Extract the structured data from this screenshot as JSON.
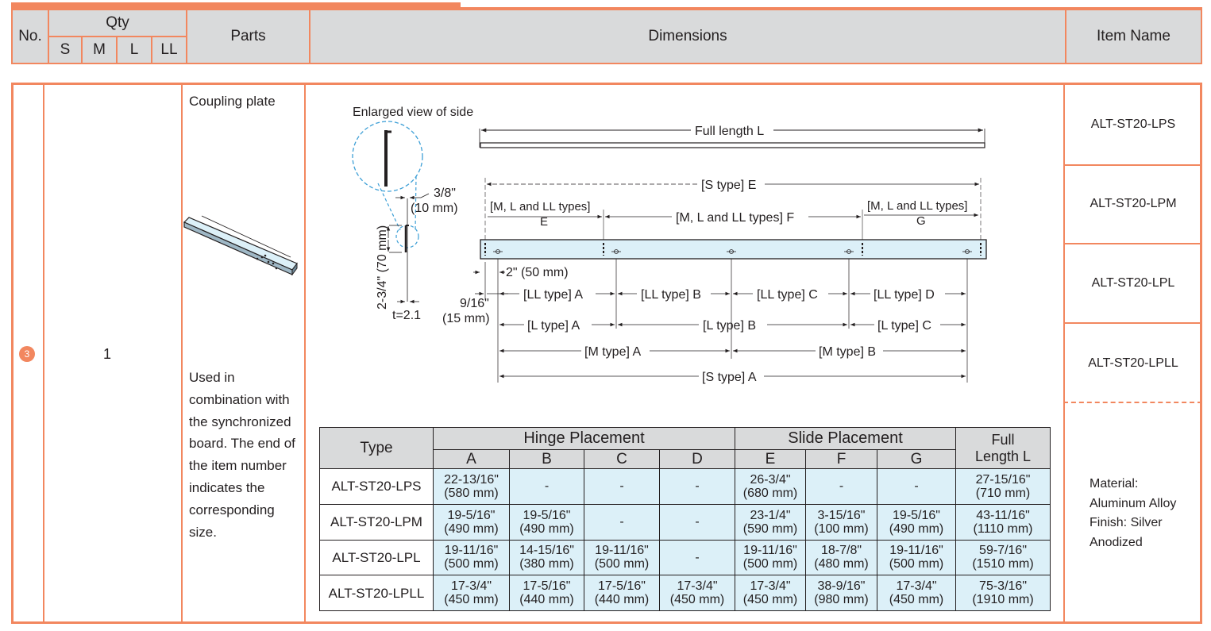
{
  "header": {
    "no": "No.",
    "qty": "Qty",
    "qty_sizes": [
      "S",
      "M",
      "L",
      "LL"
    ],
    "parts": "Parts",
    "dimensions": "Dimensions",
    "item_name": "Item Name"
  },
  "row": {
    "no": "3",
    "qty": "1",
    "part_name": "Coupling plate",
    "part_note": "Used in combination with the synchronized board. The end of the item number indicates the corresponding size.",
    "item_names": [
      "ALT-ST20-LPS",
      "ALT-ST20-LPM",
      "ALT-ST20-LPL",
      "ALT-ST20-LPLL"
    ],
    "material_lines": [
      "Material:",
      "Aluminum Alloy",
      "Finish: Silver",
      "Anodized"
    ]
  },
  "diagram": {
    "enlarged_view": "Enlarged view of side",
    "full_length": "Full length L",
    "s_type_e": "[S type] E",
    "mll_types_1": "[M, L and LL types]",
    "mll_e": "E",
    "mll_f": "[M, L and LL types] F",
    "mll_types_2": "[M, L and LL types]",
    "mll_g": "G",
    "thick_in": "3/8\"",
    "thick_mm": "(10 mm)",
    "height": "2-3/4\" (70 mm)",
    "t": "t=2.1",
    "two_in": "2\" (50 mm)",
    "nine_in": "9/16\"",
    "nine_mm": "(15 mm)",
    "ll_a": "[LL type] A",
    "ll_b": "[LL type] B",
    "ll_c": "[LL type] C",
    "ll_d": "[LL type] D",
    "l_a": "[L type] A",
    "l_b": "[L type] B",
    "l_c": "[L type] C",
    "m_a": "[M type] A",
    "m_b": "[M type] B",
    "s_a": "[S type] A"
  },
  "table": {
    "type_header": "Type",
    "hinge_header": "Hinge Placement",
    "slide_header": "Slide Placement",
    "full_header_1": "Full",
    "full_header_2": "Length L",
    "letters": [
      "A",
      "B",
      "C",
      "D",
      "E",
      "F",
      "G"
    ],
    "rows": [
      {
        "type": "ALT-ST20-LPS",
        "cells": [
          [
            "22-13/16\"",
            "(580 mm)"
          ],
          [
            "-",
            ""
          ],
          [
            "-",
            ""
          ],
          [
            "-",
            ""
          ],
          [
            "26-3/4\"",
            "(680 mm)"
          ],
          [
            "-",
            ""
          ],
          [
            "-",
            ""
          ],
          [
            "27-15/16\"",
            "(710 mm)"
          ]
        ]
      },
      {
        "type": "ALT-ST20-LPM",
        "cells": [
          [
            "19-5/16\"",
            "(490 mm)"
          ],
          [
            "19-5/16\"",
            "(490 mm)"
          ],
          [
            "-",
            ""
          ],
          [
            "-",
            ""
          ],
          [
            "23-1/4\"",
            "(590 mm)"
          ],
          [
            "3-15/16\"",
            "(100 mm)"
          ],
          [
            "19-5/16\"",
            "(490 mm)"
          ],
          [
            "43-11/16\"",
            "(1110 mm)"
          ]
        ]
      },
      {
        "type": "ALT-ST20-LPL",
        "cells": [
          [
            "19-11/16\"",
            "(500 mm)"
          ],
          [
            "14-15/16\"",
            "(380 mm)"
          ],
          [
            "19-11/16\"",
            "(500 mm)"
          ],
          [
            "-",
            ""
          ],
          [
            "19-11/16\"",
            "(500 mm)"
          ],
          [
            "18-7/8\"",
            "(480 mm)"
          ],
          [
            "19-11/16\"",
            "(500 mm)"
          ],
          [
            "59-7/16\"",
            "(1510 mm)"
          ]
        ]
      },
      {
        "type": "ALT-ST20-LPLL",
        "cells": [
          [
            "17-3/4\"",
            "(450 mm)"
          ],
          [
            "17-5/16\"",
            "(440 mm)"
          ],
          [
            "17-5/16\"",
            "(440 mm)"
          ],
          [
            "17-3/4\"",
            "(450 mm)"
          ],
          [
            "17-3/4\"",
            "(450 mm)"
          ],
          [
            "38-9/16\"",
            "(980 mm)"
          ],
          [
            "17-3/4\"",
            "(450 mm)"
          ],
          [
            "75-3/16\"",
            "(1910 mm)"
          ]
        ]
      }
    ]
  },
  "colors": {
    "accent": "#f2875f",
    "header_bg": "#d9dadb",
    "cell_bg": "#dcf0f8",
    "plate_fill": "#dcf0f8",
    "callout": "#3d9fd6"
  }
}
